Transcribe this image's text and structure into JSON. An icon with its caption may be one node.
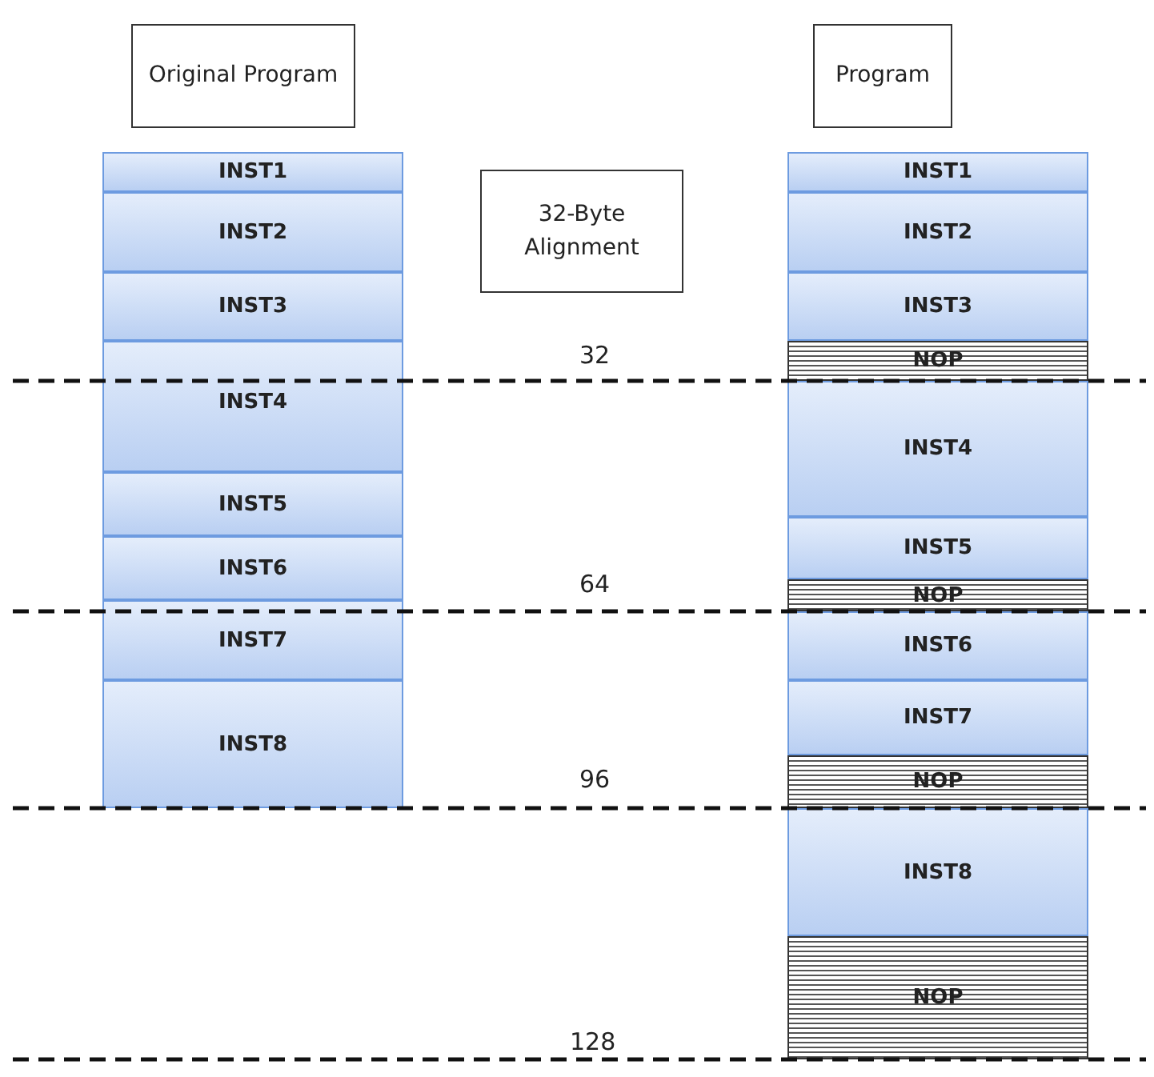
{
  "diagram": {
    "nodes": [
      {
        "text": [
          "Original Program"
        ]
      },
      {
        "text": [
          "32-Byte Alignment"
        ]
      },
      {
        "text": [
          "Program"
        ]
      },
      {
        "text": [
          "INST1"
        ]
      },
      {
        "text": [
          "INST2"
        ]
      },
      {
        "text": [
          "INST3"
        ]
      },
      {
        "text": [
          "INST4"
        ]
      },
      {
        "text": [
          "INST5"
        ]
      },
      {
        "text": [
          "INST6"
        ]
      },
      {
        "text": [
          "INST7"
        ]
      },
      {
        "text": [
          "INST8"
        ]
      },
      {
        "text": [
          "INST1"
        ]
      },
      {
        "text": [
          "INST2"
        ]
      },
      {
        "text": [
          "INST3"
        ]
      },
      {
        "text": [
          "NOP"
        ]
      },
      {
        "text": [
          "INST4"
        ]
      },
      {
        "text": [
          "INST5"
        ]
      },
      {
        "text": [
          "NOP"
        ]
      },
      {
        "text": [
          "INST6"
        ]
      },
      {
        "text": [
          "INST7"
        ]
      },
      {
        "text": [
          "NOP"
        ]
      },
      {
        "text": [
          "INST8"
        ]
      },
      {
        "text": [
          "NOP"
        ]
      }
    ],
    "labels": [
      "32",
      "64",
      "96",
      "128"
    ]
  }
}
